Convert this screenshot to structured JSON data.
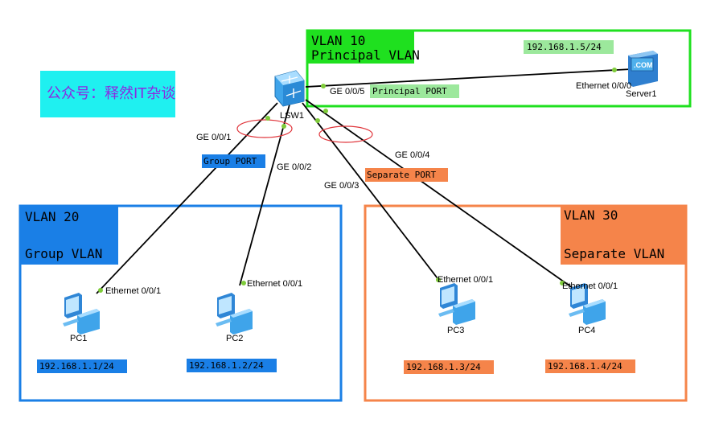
{
  "watermark": "公众号：释然IT杂谈",
  "zones": {
    "vlan10": {
      "line1": "VLAN 10",
      "line2": "Principal VLAN"
    },
    "vlan20": {
      "line1": "VLAN 20",
      "line2": "Group VLAN"
    },
    "vlan30": {
      "line1": "VLAN 30",
      "line2": "Separate VLAN"
    }
  },
  "switch": {
    "name": "LSW1"
  },
  "server": {
    "name": "Server1",
    "port": "Ethernet 0/0/0",
    "ip": "192.168.1.5/24",
    "badge": ".COM"
  },
  "pcs": [
    {
      "name": "PC1",
      "port": "Ethernet 0/0/1",
      "ip": "192.168.1.1/24"
    },
    {
      "name": "PC2",
      "port": "Ethernet 0/0/1",
      "ip": "192.168.1.2/24"
    },
    {
      "name": "PC3",
      "port": "Ethernet 0/0/1",
      "ip": "192.168.1.3/24"
    },
    {
      "name": "PC4",
      "port": "Ethernet 0/0/1",
      "ip": "192.168.1.4/24"
    }
  ],
  "switch_ports": {
    "g1": "GE 0/0/1",
    "g2": "GE 0/0/2",
    "g3": "GE 0/0/3",
    "g4": "GE 0/0/4",
    "g5": "GE 0/0/5"
  },
  "port_labels": {
    "principal": "Principal PORT",
    "group": "Group PORT",
    "separate": "Separate PORT"
  },
  "colors": {
    "vlan10": "#1fe01f",
    "vlan20": "#1a7fe6",
    "vlan30": "#f5844a",
    "watermark_bg": "#1ff0f0",
    "watermark_text": "#8a2be2",
    "principal_tag": "#9ce89c",
    "ring": "#e0353b",
    "port_dot": "#7fcc3a"
  }
}
